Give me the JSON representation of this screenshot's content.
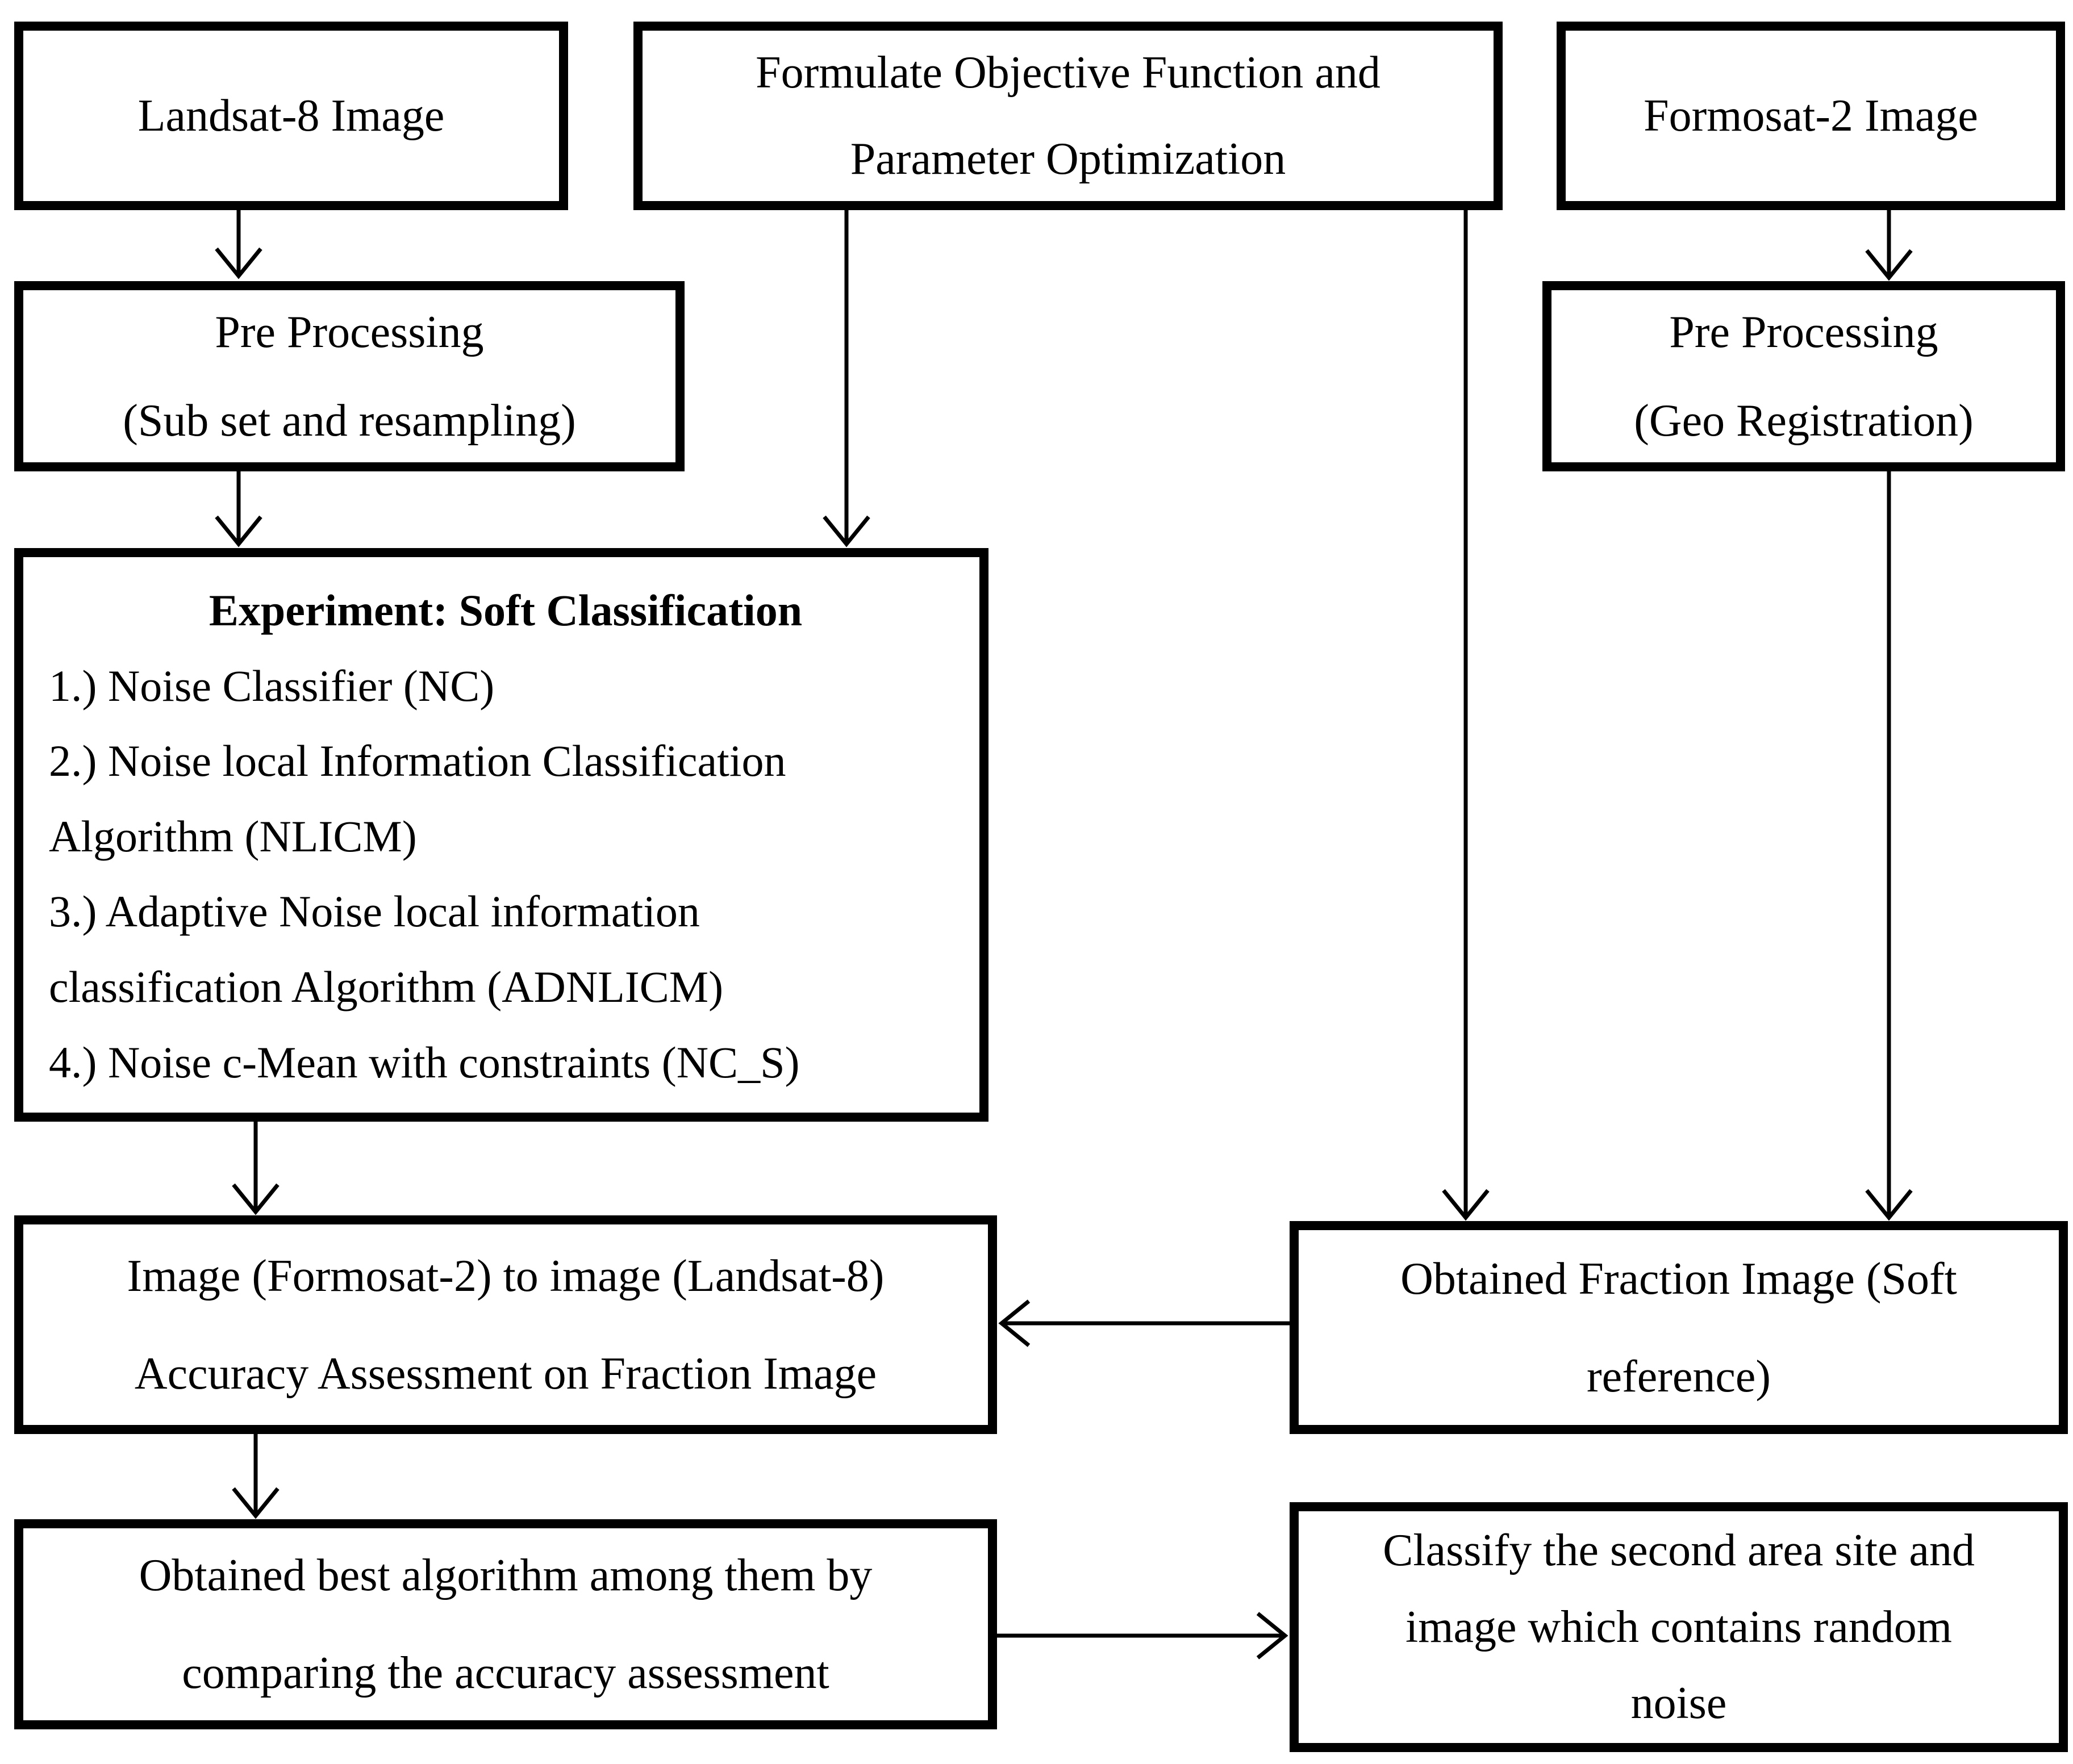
{
  "figure": {
    "kind": "flowchart",
    "background_color": "#ffffff",
    "line_color": "#000000"
  },
  "nodes": {
    "landsat8": {
      "lines": [
        "Landsat-8 Image"
      ]
    },
    "objective": {
      "lines": [
        "Formulate Objective Function and",
        "Parameter Optimization"
      ]
    },
    "formosat2": {
      "lines": [
        "Formosat-2 Image"
      ]
    },
    "preprocess_left": {
      "lines": [
        "Pre Processing",
        "(Sub set and resampling)"
      ]
    },
    "preprocess_right": {
      "lines": [
        "Pre Processing",
        "(Geo Registration)"
      ]
    },
    "experiment": {
      "title": "Experiment: Soft Classification",
      "items": [
        "1.) Noise Classifier (NC)",
        "2.) Noise local Information Classification",
        "Algorithm (NLICM)",
        "3.) Adaptive Noise local information",
        "classification Algorithm (ADNLICM)",
        "4.) Noise c-Mean with constraints (NC_S)"
      ]
    },
    "accuracy": {
      "lines": [
        "Image (Formosat-2) to image (Landsat-8)",
        "Accuracy Assessment on Fraction Image"
      ]
    },
    "fraction": {
      "lines": [
        "Obtained Fraction Image (Soft",
        "reference)"
      ]
    },
    "best_algorithm": {
      "lines": [
        "Obtained best algorithm among them by",
        "comparing the accuracy assessment"
      ]
    },
    "classify_second": {
      "lines": [
        "Classify the second area site and",
        "image which contains random",
        "noise"
      ]
    }
  },
  "edges": [
    {
      "from": "landsat8",
      "to": "preprocess_left"
    },
    {
      "from": "preprocess_left",
      "to": "experiment"
    },
    {
      "from": "objective",
      "to": "experiment"
    },
    {
      "from": "objective",
      "to": "fraction"
    },
    {
      "from": "formosat2",
      "to": "preprocess_right"
    },
    {
      "from": "preprocess_right",
      "to": "fraction"
    },
    {
      "from": "experiment",
      "to": "accuracy"
    },
    {
      "from": "fraction",
      "to": "accuracy"
    },
    {
      "from": "accuracy",
      "to": "best_algorithm"
    },
    {
      "from": "best_algorithm",
      "to": "classify_second"
    }
  ]
}
